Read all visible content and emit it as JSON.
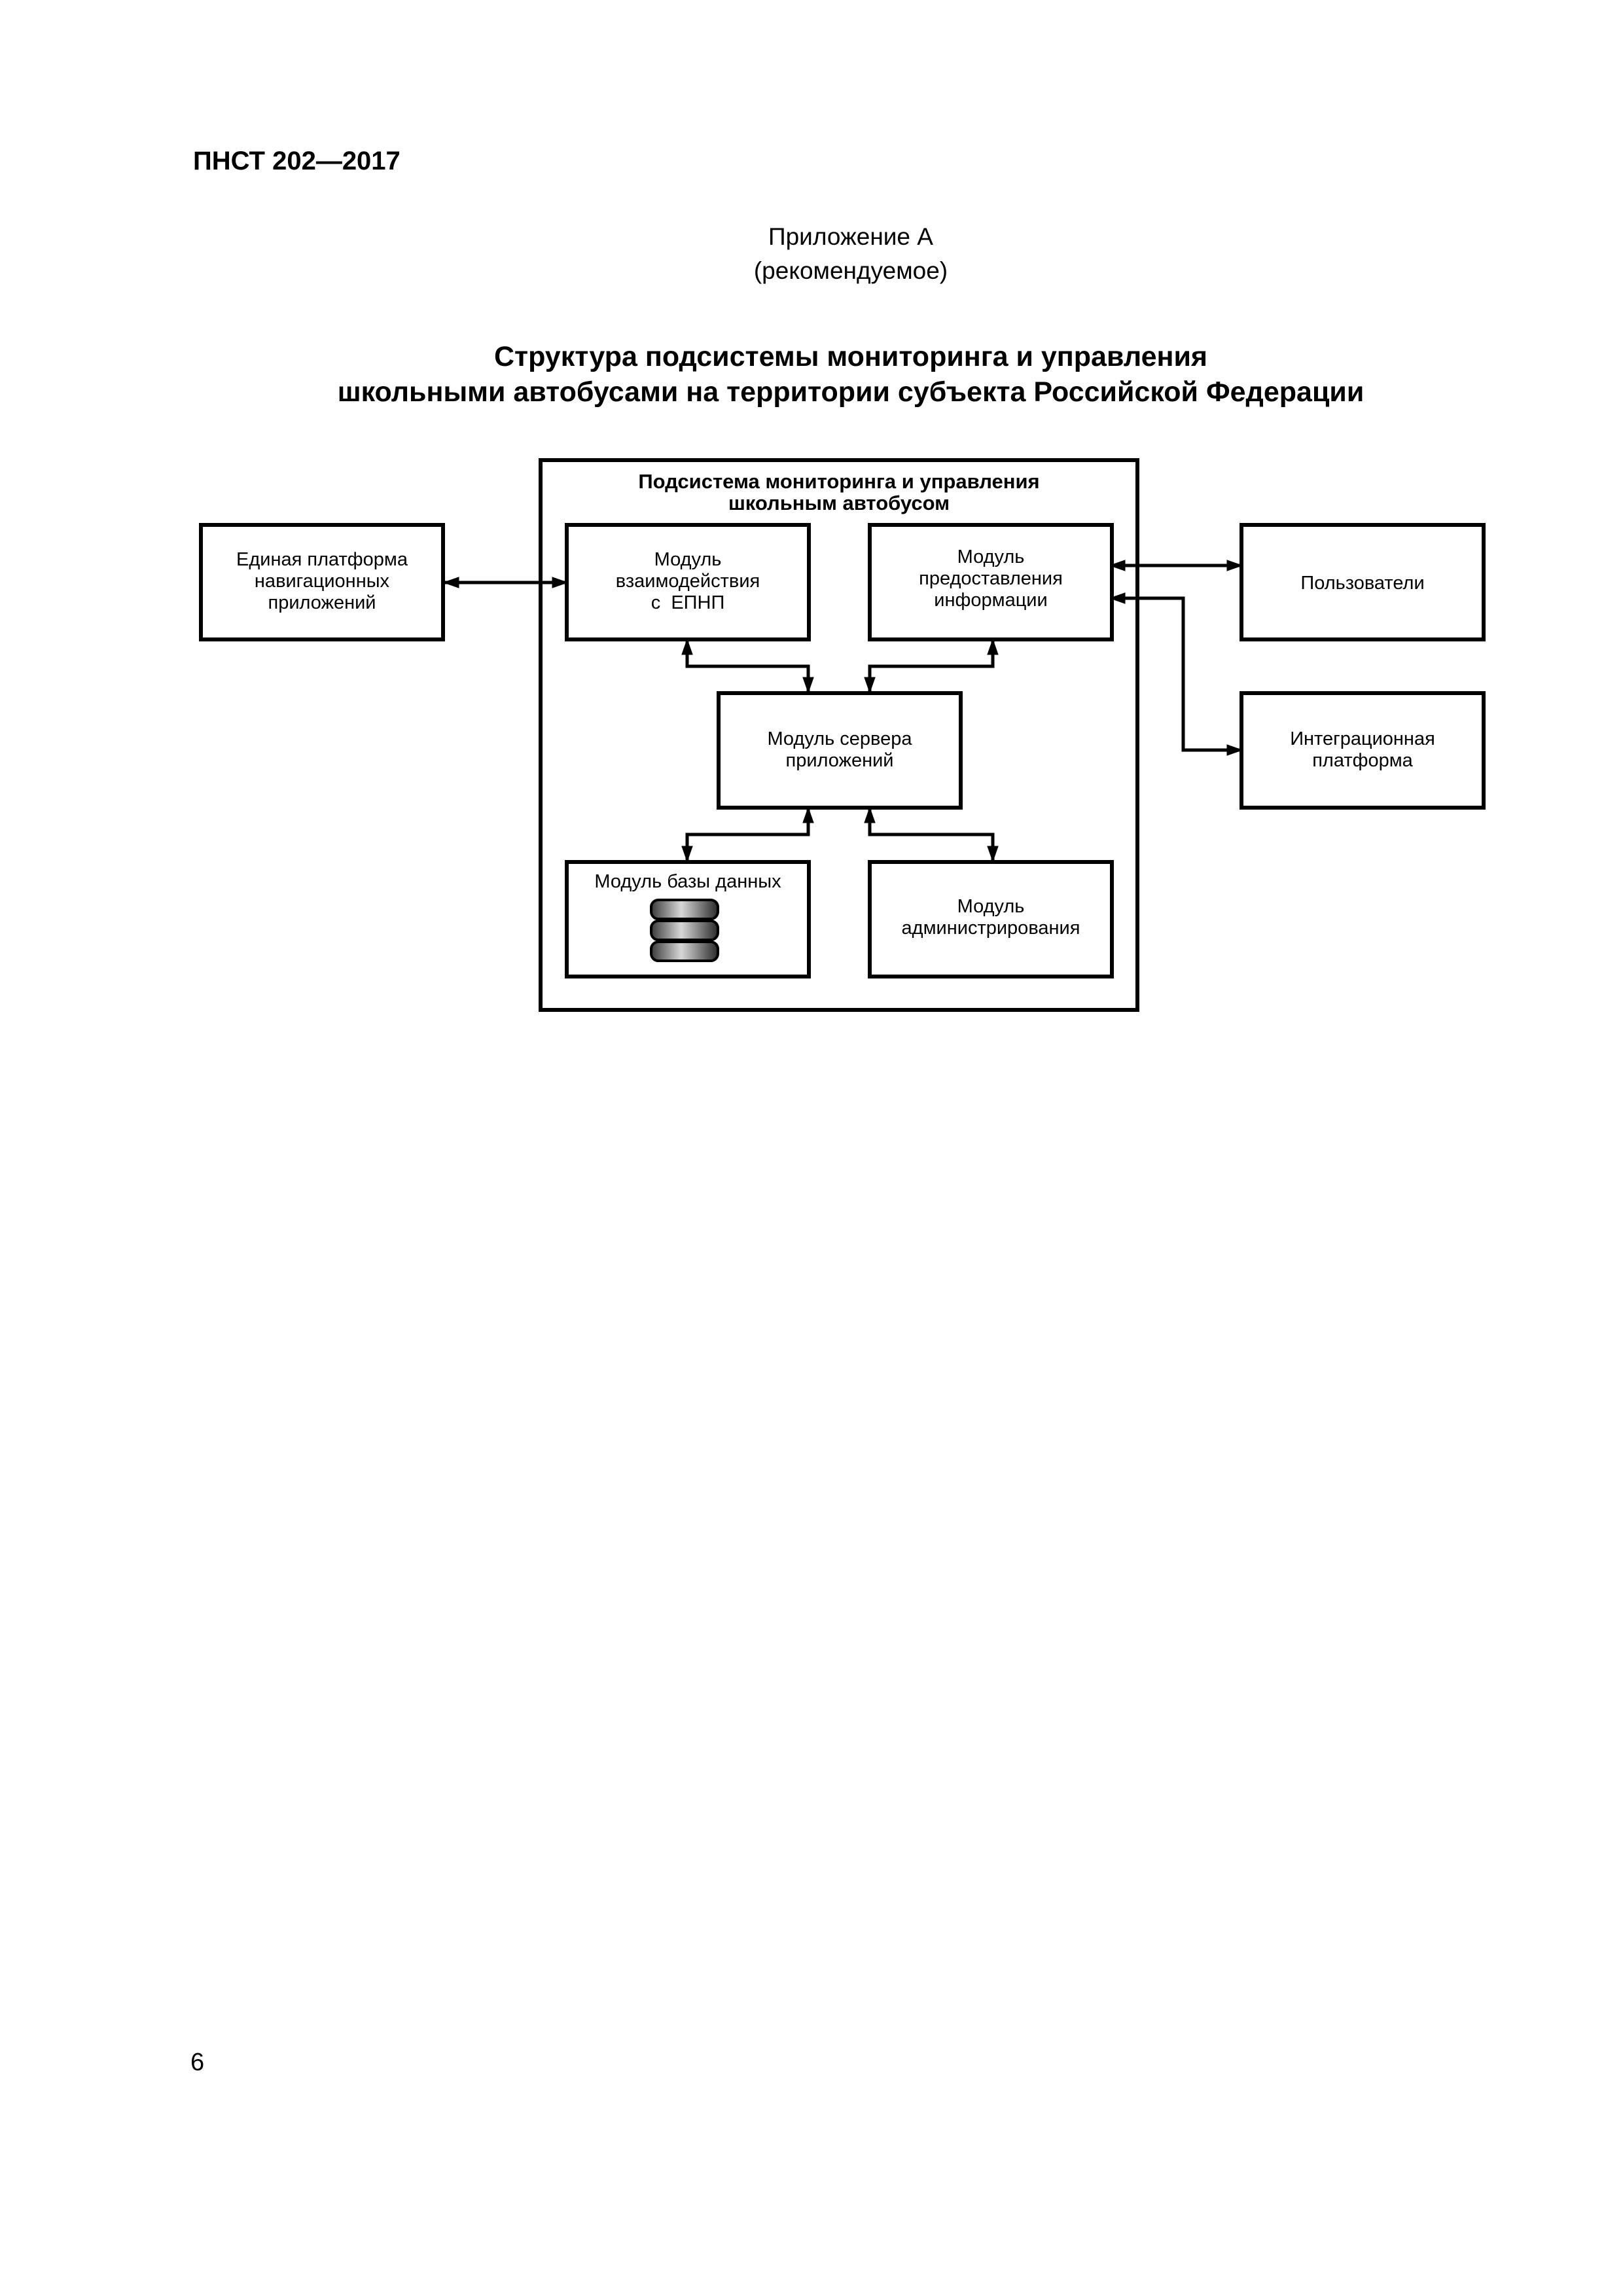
{
  "document": {
    "header": "ПНСТ 202—2017",
    "appendix_title": "Приложение А",
    "appendix_status": "(рекомендуемое)",
    "title_line1": "Структура подсистемы мониторинга и управления",
    "title_line2": "школьными автобусами на территории субъекта Российской Федерации",
    "page_number": "6"
  },
  "diagram": {
    "container": {
      "label_line1": "Подсистема мониторинга и управления",
      "label_line2": "школьным автобусом"
    },
    "nodes": {
      "epnp_platform": {
        "lines": [
          "Единая платформа",
          "навигационных",
          "приложений"
        ]
      },
      "epnp_module": {
        "lines": [
          "Модуль",
          "взаимодействия",
          "с  ЕПНП"
        ]
      },
      "info_module": {
        "lines": [
          "Модуль",
          "предоставления",
          "информации"
        ]
      },
      "users": {
        "lines": [
          "Пользователи"
        ]
      },
      "integration": {
        "lines": [
          "Интеграционная",
          "платформа"
        ]
      },
      "app_server": {
        "lines": [
          "Модуль сервера",
          "приложений"
        ]
      },
      "database": {
        "lines": [
          "Модуль базы данных"
        ]
      },
      "admin": {
        "lines": [
          "Модуль",
          "администрирования"
        ]
      }
    },
    "edges": [
      {
        "from": "epnp_platform",
        "to": "epnp_module",
        "direction": "both"
      },
      {
        "from": "info_module",
        "to": "users",
        "direction": "both"
      },
      {
        "from": "info_module",
        "to": "integration",
        "direction": "both"
      },
      {
        "from": "epnp_module",
        "to": "app_server",
        "direction": "both"
      },
      {
        "from": "info_module",
        "to": "app_server",
        "direction": "both"
      },
      {
        "from": "app_server",
        "to": "database",
        "direction": "both"
      },
      {
        "from": "app_server",
        "to": "admin",
        "direction": "both"
      }
    ],
    "icons": {
      "database": "database-cylinder-icon"
    }
  }
}
